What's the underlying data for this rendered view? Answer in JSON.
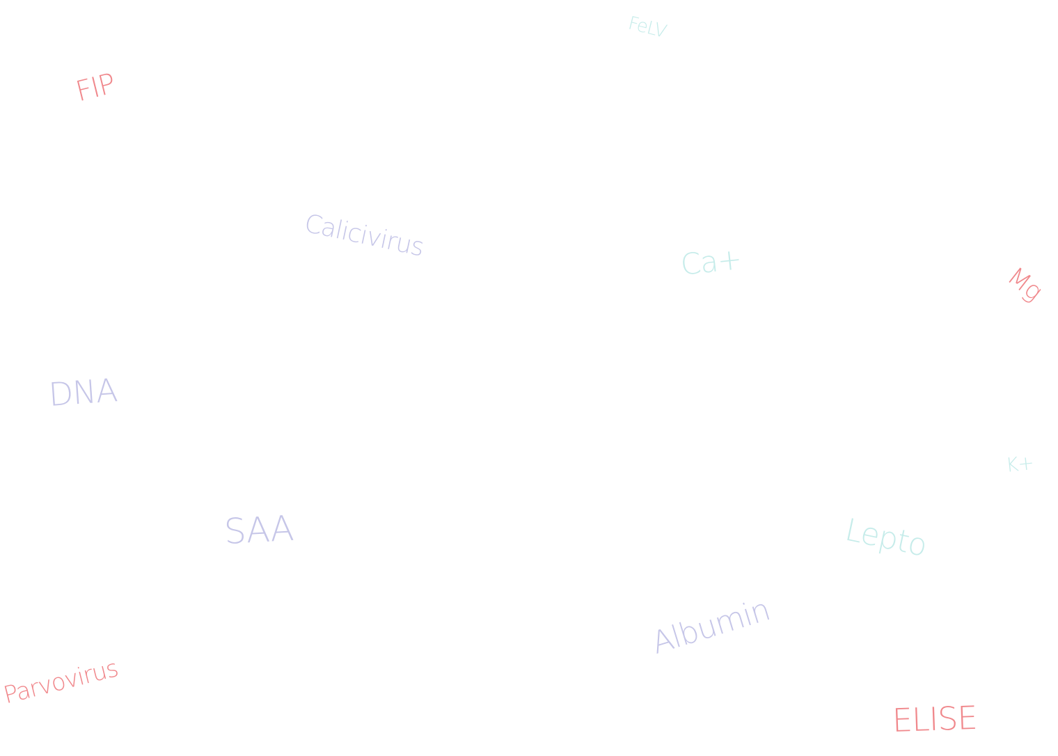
{
  "colors": {
    "pink": "#f0888c",
    "lavender": "#c6c6e8",
    "mint": "#c6ecea"
  },
  "words": {
    "felv": "FeLV",
    "fip": "FIP",
    "calicivirus": "Calicivirus",
    "ca": "Ca+",
    "mg": "Mg",
    "dna": "DNA",
    "k": "K+",
    "saa": "SAA",
    "lepto": "Lepto",
    "albumin": "Albumin",
    "parvovirus": "Parvovirus",
    "elise": "ELISE"
  }
}
